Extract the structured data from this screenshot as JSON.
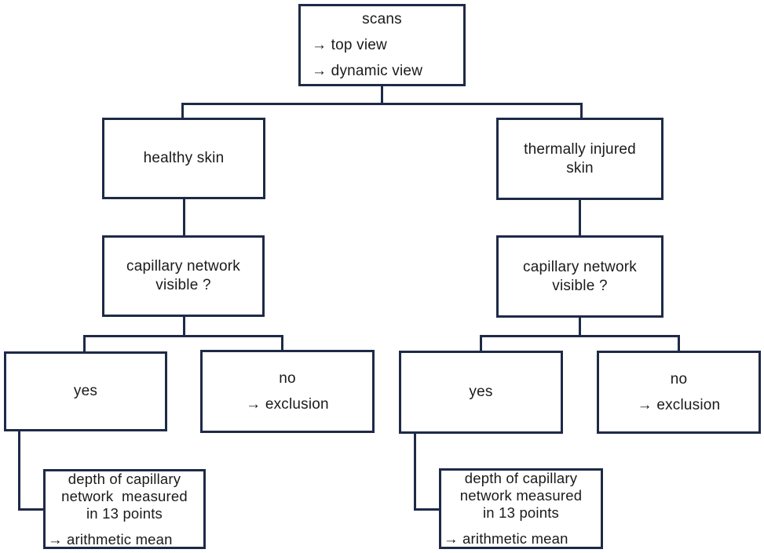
{
  "colors": {
    "line": "#1e2a47",
    "text": "#1a1a1a",
    "background": "#ffffff"
  },
  "nodes": {
    "scans": {
      "lines": [
        "scans",
        "→ top view",
        "→ dynamic view"
      ]
    },
    "healthy": {
      "label": "healthy skin"
    },
    "thermal": {
      "lines": [
        "thermally injured",
        "skin"
      ]
    },
    "capillary_left": {
      "lines": [
        "capillary network",
        "visible ?"
      ]
    },
    "capillary_right": {
      "lines": [
        "capillary network",
        "visible ?"
      ]
    },
    "yes_left": {
      "label": "yes"
    },
    "no_left": {
      "lines": [
        "no",
        "→ exclusion"
      ]
    },
    "yes_right": {
      "label": "yes"
    },
    "no_right": {
      "lines": [
        "no",
        "→ exclusion"
      ]
    },
    "depth_left": {
      "lines": [
        "depth of capillary",
        "network  measured",
        "in 13 points",
        "→ arithmetic mean"
      ]
    },
    "depth_right": {
      "lines": [
        "depth of capillary",
        "network measured",
        "in 13 points",
        "→ arithmetic mean"
      ]
    }
  }
}
